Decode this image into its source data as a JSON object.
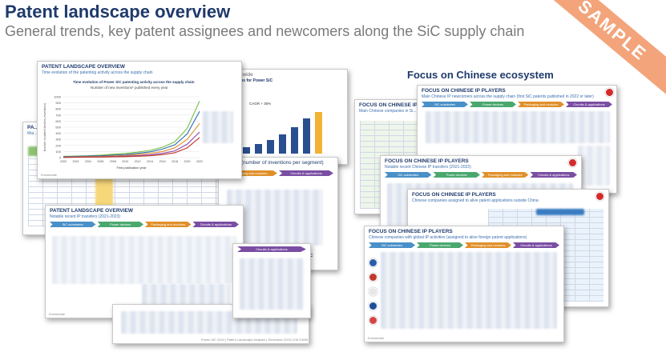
{
  "header": {
    "title": "Patent landscape overview",
    "subtitle": "General trends, key patent assignees and newcomers along the SiC supply chain"
  },
  "banner": {
    "label": "SAMPLE",
    "color": "#f3a47a"
  },
  "section": {
    "title": "Focus on Chinese ecosystem"
  },
  "chain_steps": [
    "SiC substrates",
    "Power devices",
    "Packaging and modules",
    "Circuits & applications"
  ],
  "left_slides": {
    "trend": {
      "title": "PATENT LANDSCAPE OVERVIEW",
      "subtitle": "Time evolution of the patenting activity across the supply chain",
      "chart_title": "Time evolution of Power SiC patenting activity across the supply chain",
      "chart_sub": "Number of new inventions* published every year",
      "ylabel": "Number of patent families (inventions)",
      "xlabel": "First publication year",
      "chart_data": {
        "type": "line",
        "x": [
          2000,
          2002,
          2004,
          2006,
          2008,
          2010,
          2012,
          2014,
          2016,
          2018,
          2020,
          2022
        ],
        "ylim": [
          0,
          1000
        ],
        "yticks": [
          "1000",
          "900",
          "800",
          "700",
          "600",
          "500",
          "400",
          "300",
          "200",
          "100",
          "0"
        ],
        "series": [
          {
            "color": "#7ac143",
            "values": [
              20,
              25,
              30,
              40,
              55,
              70,
              90,
              120,
              170,
              260,
              480,
              930
            ]
          },
          {
            "color": "#2a6ab3",
            "values": [
              15,
              20,
              25,
              30,
              40,
              50,
              70,
              95,
              140,
              210,
              390,
              760
            ]
          },
          {
            "color": "#e0902a",
            "values": [
              10,
              12,
              15,
              20,
              28,
              35,
              50,
              70,
              100,
              160,
              300,
              560
            ]
          },
          {
            "color": "#8e44ad",
            "values": [
              5,
              8,
              10,
              14,
              18,
              24,
              32,
              45,
              70,
              110,
              220,
              420
            ]
          },
          {
            "color": "#c0392b",
            "values": [
              3,
              5,
              7,
              9,
              12,
              16,
              22,
              30,
              48,
              80,
              160,
              330
            ]
          }
        ]
      }
    },
    "bars": {
      "title": "...wide",
      "chart_title": "...ons for Power SiC",
      "cagr": "CAGR",
      "cagr_value": "+ 35%"
    },
    "segment": {
      "title": "(number of inventions per segment)"
    },
    "transfers": {
      "title": "PATENT LANDSCAPE OVERVIEW",
      "subtitle": "Notable recent IP transfers (2021-2023)"
    },
    "table": {
      "title": "PA...",
      "subtitle": "Mai..."
    }
  },
  "right_slides": {
    "a": {
      "title": "FOCUS ON CHINESE IP PLAYERS",
      "subtitle": "Main Chinese companies in Si..."
    },
    "b": {
      "title": "FOCUS ON CHINESE IP PLAYERS",
      "subtitle": "Main Chinese IP newcomers across the supply chain (first SiC patents published in 2022 or later)"
    },
    "c": {
      "title": "FOCUS ON CHINESE IP PLAYERS",
      "subtitle": "Notable recent Chinese IP transfers (2021-2023)"
    },
    "d": {
      "title": "FOCUS ON CHINESE IP PLAYERS",
      "subtitle": "Chinese companies assigned to alive patent applications outside China"
    },
    "e": {
      "title": "FOCUS ON CHINESE IP PLAYERS",
      "subtitle": "Chinese companies with global IP activities (assigned to alive foreign patent applications)"
    }
  },
  "brand": "Knowmade",
  "footer": "Power SiC 2024 | Patent Landscape Analysis | December 2023 | KM 23095"
}
